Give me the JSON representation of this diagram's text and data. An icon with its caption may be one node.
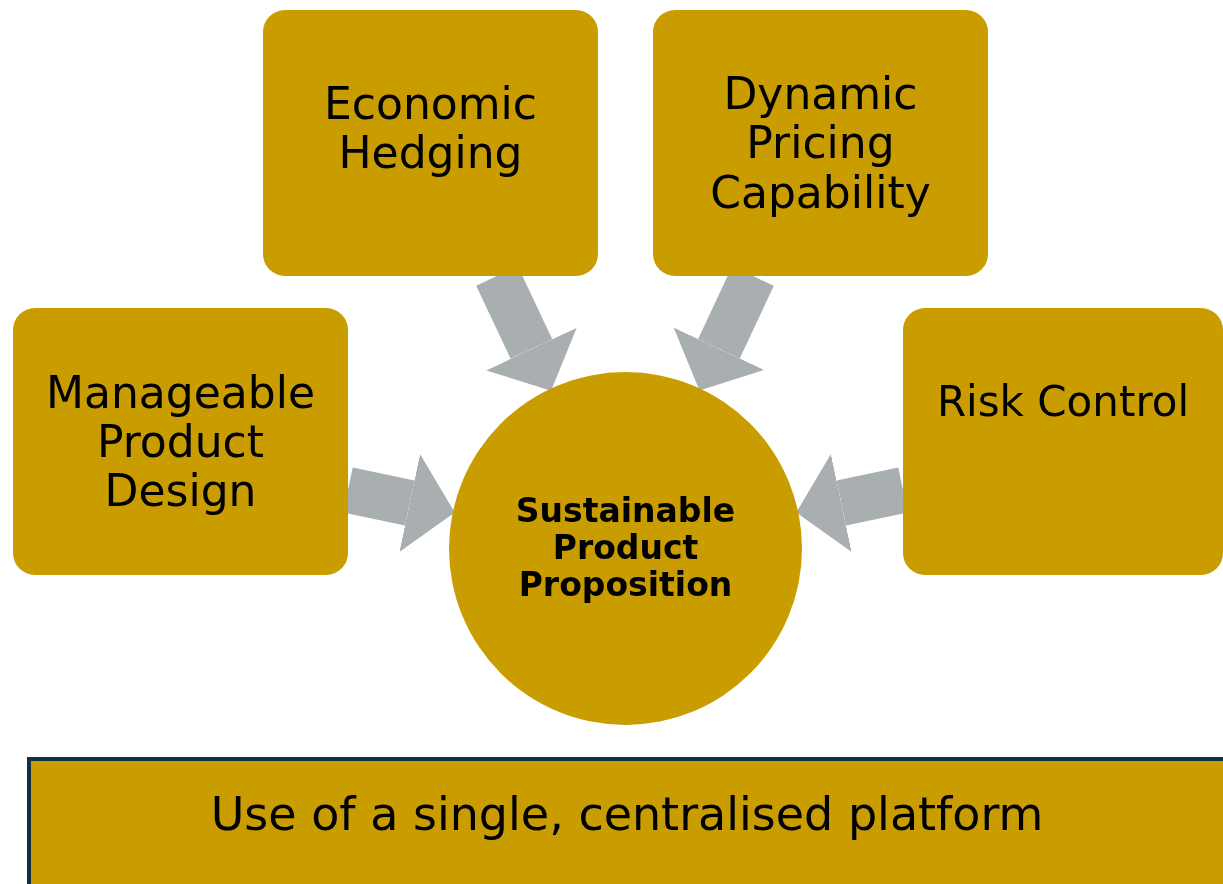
{
  "diagram": {
    "nodes": [
      {
        "text": [
          "Economic Hedging"
        ]
      },
      {
        "text": [
          "Dynamic Pricing Capability"
        ]
      },
      {
        "text": [
          "Manageable Product Design"
        ]
      },
      {
        "text": [
          "Sustainable Product Proposition"
        ]
      },
      {
        "text": [
          "Risk Control"
        ]
      },
      {
        "text": [
          "Use of a single, centralised platform"
        ]
      }
    ],
    "edges": [
      {
        "from": 0,
        "to": 3,
        "arrow": "to"
      },
      {
        "from": 1,
        "to": 3,
        "arrow": "to"
      },
      {
        "from": 2,
        "to": 3,
        "arrow": "to"
      },
      {
        "from": 4,
        "to": 3,
        "arrow": "to"
      }
    ]
  }
}
